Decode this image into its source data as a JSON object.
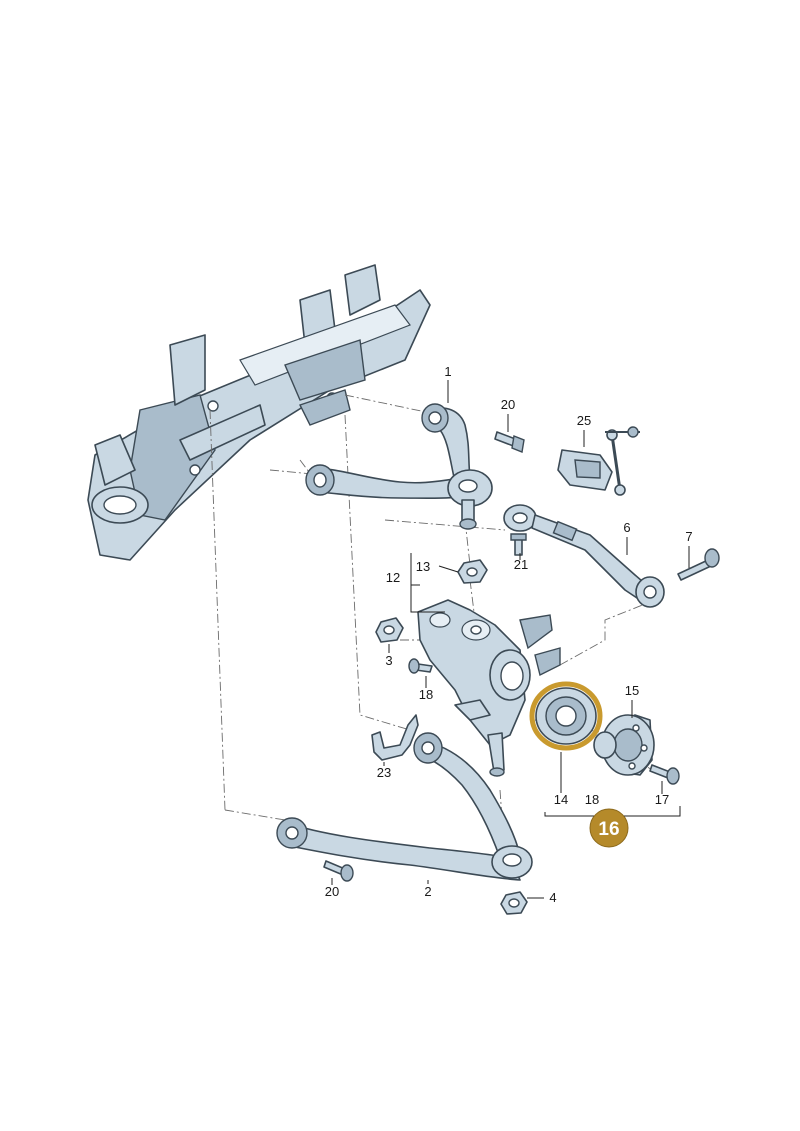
{
  "colors": {
    "part_fill": "#c9d8e3",
    "outline": "#3c4a55",
    "highlight": "#c99a2e",
    "badge": "#b58a2a"
  },
  "labels": {
    "l1": "1",
    "l2": "2",
    "l3": "3",
    "l4": "4",
    "l6": "6",
    "l7": "7",
    "l12": "12",
    "l13": "13",
    "l14": "14",
    "l15": "15",
    "l17": "17",
    "l18a": "18",
    "l18b": "18",
    "l20a": "20",
    "l20b": "20",
    "l21": "21",
    "l23": "23",
    "l25": "25"
  },
  "badge": {
    "number": "16"
  }
}
